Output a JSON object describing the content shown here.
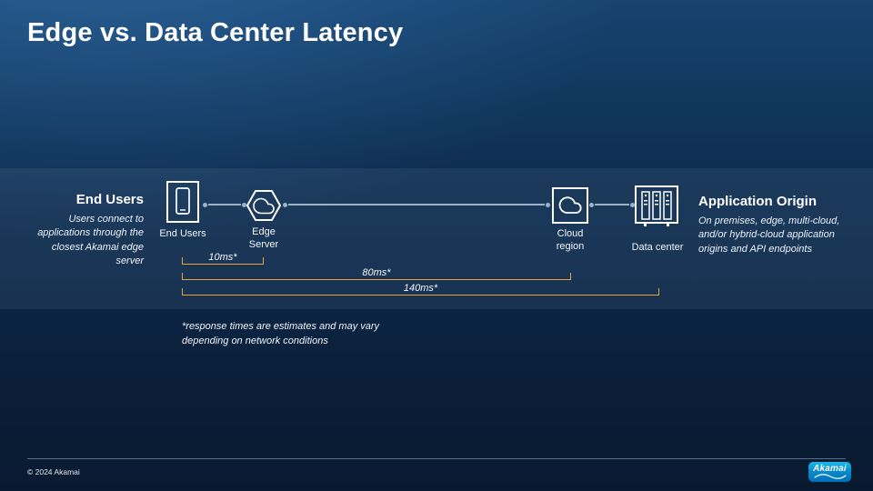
{
  "title": "Edge vs. Data Center Latency",
  "left_panel": {
    "heading": "End Users",
    "description": "Users connect to applications through the closest Akamai edge server"
  },
  "right_panel": {
    "heading": "Application Origin",
    "description": "On premises, edge, multi-cloud, and/or hybrid-cloud application origins and API endpoints"
  },
  "nodes": [
    {
      "label": "End Users",
      "icon": "smartphone-icon"
    },
    {
      "label": "Edge Server",
      "icon": "edge-hexagon-cloud-icon"
    },
    {
      "label": "Cloud region",
      "icon": "cloud-box-icon"
    },
    {
      "label": "Data center",
      "icon": "data-center-icon"
    }
  ],
  "latency": [
    {
      "label": "10ms*"
    },
    {
      "label": "80ms*"
    },
    {
      "label": "140ms*"
    }
  ],
  "footnote": "*response times are estimates and may vary depending on network conditions",
  "footer": {
    "copyright": "© 2024 Akamai",
    "logo_text": "Akamai"
  },
  "colors": {
    "accent_orange": "#E8A33D",
    "akamai_blue": "#0099D8",
    "background_navy": "#0C2546"
  }
}
